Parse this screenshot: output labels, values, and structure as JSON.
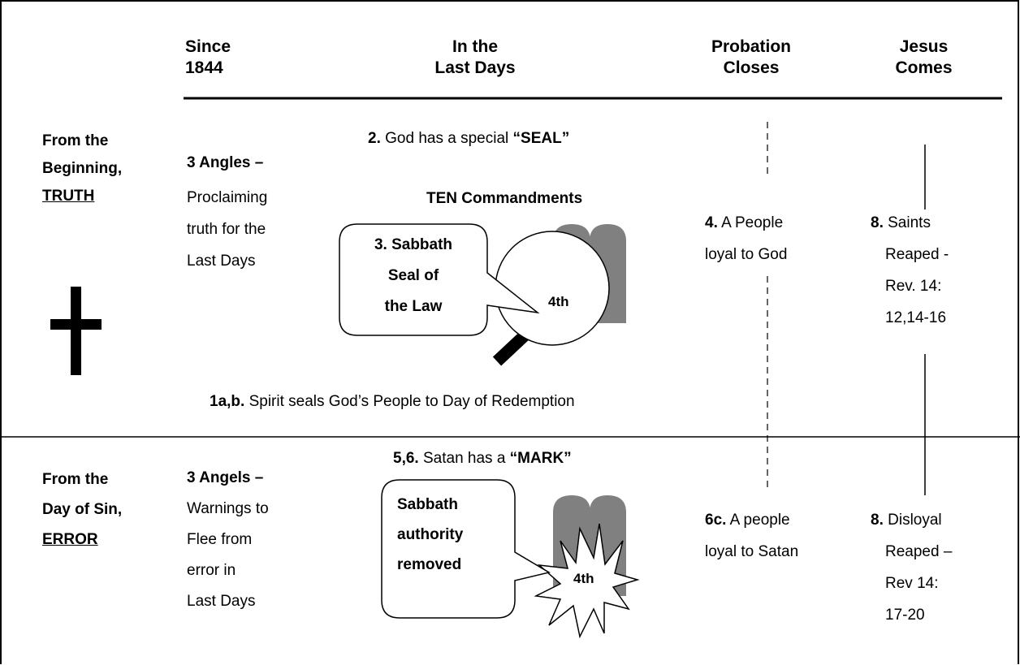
{
  "headers": {
    "col1": [
      "Since",
      "1844"
    ],
    "col2": [
      "In the",
      "Last Days"
    ],
    "col3": [
      "Probation",
      "Closes"
    ],
    "col4": [
      "Jesus",
      "Comes"
    ]
  },
  "truth": {
    "row_label": [
      "From the",
      "Beginning,",
      "TRUTH"
    ],
    "angles_title": "3 Angles –",
    "angles_text": [
      "Proclaiming",
      "truth for the",
      "Last Days"
    ],
    "seal_num": "2.",
    "seal_text": " God has a special ",
    "seal_word": "“SEAL”",
    "ten_commandments": "TEN Commandments",
    "callout": [
      "3. Sabbath",
      "Seal of",
      "the Law"
    ],
    "fourth": "4th",
    "spirit_num": "1a,b.",
    "spirit_text": " Spirit seals God’s People to Day of Redemption",
    "people_num": "4.",
    "people_text": [
      " A People",
      "loyal to God"
    ],
    "saints_num": "8.",
    "saints_text": [
      " Saints",
      "Reaped -",
      "Rev. 14:",
      "12,14-16"
    ]
  },
  "error": {
    "row_label": [
      "From the",
      "Day of Sin,",
      "ERROR"
    ],
    "angels_title": "3 Angels –",
    "angels_text": [
      "Warnings to",
      "Flee from",
      "error in",
      "Last Days"
    ],
    "mark_num": "5,6.",
    "mark_text": " Satan has a ",
    "mark_word": "“MARK”",
    "callout": [
      "Sabbath",
      "authority",
      "removed"
    ],
    "fourth": "4th",
    "people_num": "6c.",
    "people_text": [
      " A people",
      "loyal to Satan"
    ],
    "disloyal_num": "8.",
    "disloyal_text": [
      " Disloyal",
      "Reaped –",
      "Rev 14:",
      "17-20"
    ]
  }
}
